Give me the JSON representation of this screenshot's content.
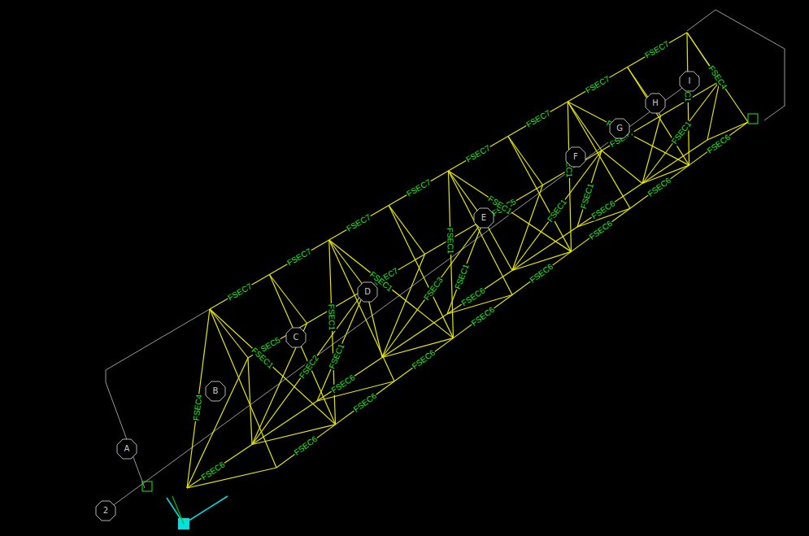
{
  "diagram": {
    "nodes": [
      {
        "text": [
          "2"
        ]
      },
      {
        "text": [
          "A"
        ]
      },
      {
        "text": [
          "B"
        ]
      },
      {
        "text": [
          "C"
        ]
      },
      {
        "text": [
          "D"
        ]
      },
      {
        "text": [
          "E"
        ]
      },
      {
        "text": [
          "F"
        ]
      },
      {
        "text": [
          "G"
        ]
      },
      {
        "text": [
          "H"
        ]
      },
      {
        "text": [
          "I"
        ]
      }
    ],
    "labels": [
      "FSEC7",
      "FSEC7",
      "FSEC7",
      "FSEC7",
      "FSEC7",
      "FSEC7",
      "FSEC7",
      "FSEC7",
      "FSEC6",
      "FSEC6",
      "FSEC6",
      "FSEC6",
      "FSEC6",
      "FSEC6",
      "FSEC6",
      "FSEC6",
      "FSEC6",
      "FSEC6",
      "FSEC6",
      "FSEC6",
      "FSEC5",
      "FSEC7",
      "FSEC5",
      "FSEC7",
      "FSEC1",
      "FSEC1",
      "FSEC1",
      "FSEC1",
      "FSEC1",
      "FSEC1",
      "FSEC1",
      "FSEC1",
      "FSEC2",
      "FSEC3",
      "FSEC1",
      "FSEC1",
      "FSEC1",
      "FSEC1",
      "FSEC1",
      "FSEC4",
      "FSEC4"
    ]
  }
}
